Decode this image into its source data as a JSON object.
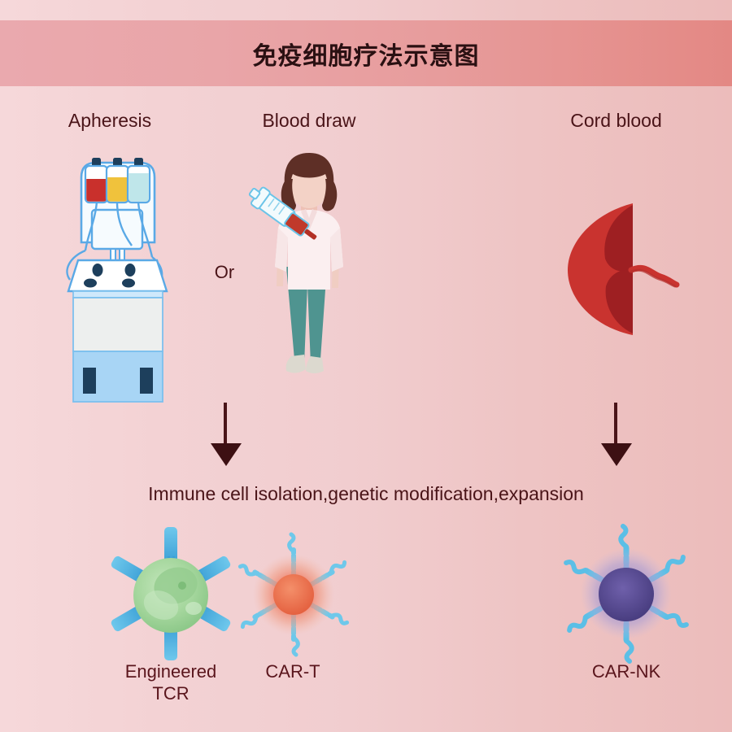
{
  "banner": {
    "title": "免疫细胞疗法示意图",
    "gradient_from": "#eaa9ae",
    "gradient_to": "#e38884"
  },
  "background": {
    "gradient_from": "#f6d8da",
    "gradient_to": "#ecbcbb"
  },
  "text_color": "#4a1418",
  "sources": [
    {
      "label": "Apheresis",
      "icon": "apheresis-machine-icon"
    },
    {
      "label": "Blood draw",
      "icon": "nurse-with-syringe-icon"
    },
    {
      "label": "Cord blood",
      "icon": "placenta-icon"
    }
  ],
  "connector": {
    "or_label": "Or",
    "arrow_color": "#4a1418"
  },
  "process": {
    "caption": "Immune cell isolation,genetic modification,expansion"
  },
  "products": [
    {
      "label_line1": "Engineered",
      "label_line2": "TCR",
      "icon": "engineered-tcr-cell-icon",
      "cell_color": "#9fd49b",
      "receptor_color": "#4fb3e0"
    },
    {
      "label_line1": "CAR-T",
      "label_line2": "",
      "icon": "car-t-cell-icon",
      "cell_color": "#f08a6a",
      "receptor_color": "#6ec8ea"
    },
    {
      "label_line1": "CAR-NK",
      "label_line2": "",
      "icon": "car-nk-cell-icon",
      "cell_color": "#8d7fc0",
      "receptor_color": "#5bbfe6"
    }
  ],
  "apheresis_machine": {
    "bags": [
      {
        "name": "red-blood-bag",
        "color": "#c9302c"
      },
      {
        "name": "plasma-bag",
        "color": "#f0c23c"
      },
      {
        "name": "saline-bag",
        "color": "#bfe6ea"
      }
    ],
    "outline_color": "#5aa9e6",
    "body_upper_color": "#edefee",
    "body_lower_color": "#a8d5f5",
    "leg_color": "#1d3f5c",
    "knob_color": "#1d3f5c"
  },
  "nurse": {
    "hair_color": "#5e2f26",
    "skin_color": "#f0cdc2",
    "uniform_color": "#fbeff0",
    "pants_color": "#4f9490",
    "shoe_color": "#dcd9cf",
    "syringe_body_color": "#f2fbfd",
    "syringe_blood_color": "#c0392b"
  },
  "placenta": {
    "outer_color": "#c9332f",
    "lobe_color": "#9e1f22",
    "cord_color": "#c9332f"
  }
}
